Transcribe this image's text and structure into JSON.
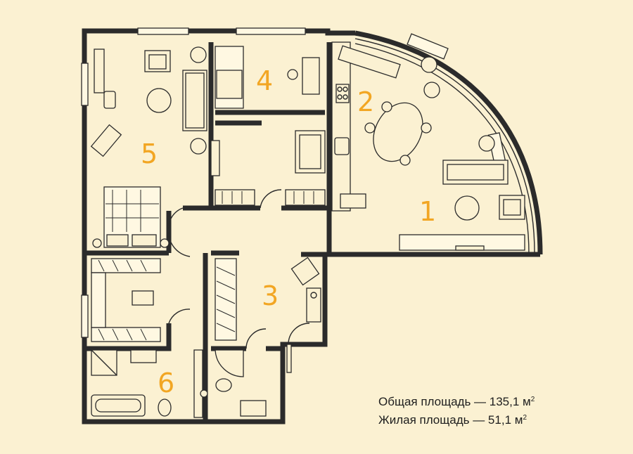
{
  "rooms": [
    {
      "id": "1",
      "label": "1"
    },
    {
      "id": "2",
      "label": "2"
    },
    {
      "id": "3",
      "label": "3"
    },
    {
      "id": "4",
      "label": "4"
    },
    {
      "id": "5",
      "label": "5"
    },
    {
      "id": "6",
      "label": "6"
    }
  ],
  "area": {
    "total_label": "Общая площадь — 135,1 м",
    "living_label": "Жилая площадь — 51,1 м",
    "unit_power": "2"
  },
  "colors": {
    "background": "#fbf1d2",
    "walls": "#2b2b2b",
    "room_numbers": "#f2a623"
  }
}
